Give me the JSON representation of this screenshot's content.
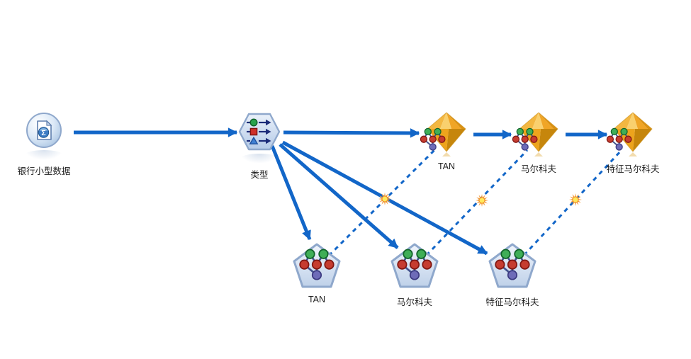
{
  "nodes": {
    "source": {
      "label": "银行小型数据"
    },
    "type_node": {
      "label": "类型"
    },
    "nugget_tan": {
      "label": "TAN"
    },
    "nugget_markov": {
      "label": "马尔科夫"
    },
    "nugget_feature_markov": {
      "label": "特征马尔科夫"
    },
    "builder_tan": {
      "label": "TAN"
    },
    "builder_markov": {
      "label": "马尔科夫"
    },
    "builder_feature_markov": {
      "label": "特征马尔科夫"
    }
  },
  "icons": {
    "source": "statistics-file-source-icon",
    "sigma_glyph": "Σ",
    "type": "type-field-ops-icon",
    "nugget": "model-nugget-gem-icon",
    "builder": "bayes-net-model-icon",
    "sunburst": "model-link-sunburst-icon"
  },
  "colors": {
    "connector": "#1266c8",
    "node_fill": "#d9e6f5",
    "node_border": "#8fa8cc",
    "nugget_gold": "#f3b741",
    "sunburst_outer": "#f59a38",
    "sunburst_inner": "#ffe95c",
    "label_text": "#1c1c1c"
  }
}
